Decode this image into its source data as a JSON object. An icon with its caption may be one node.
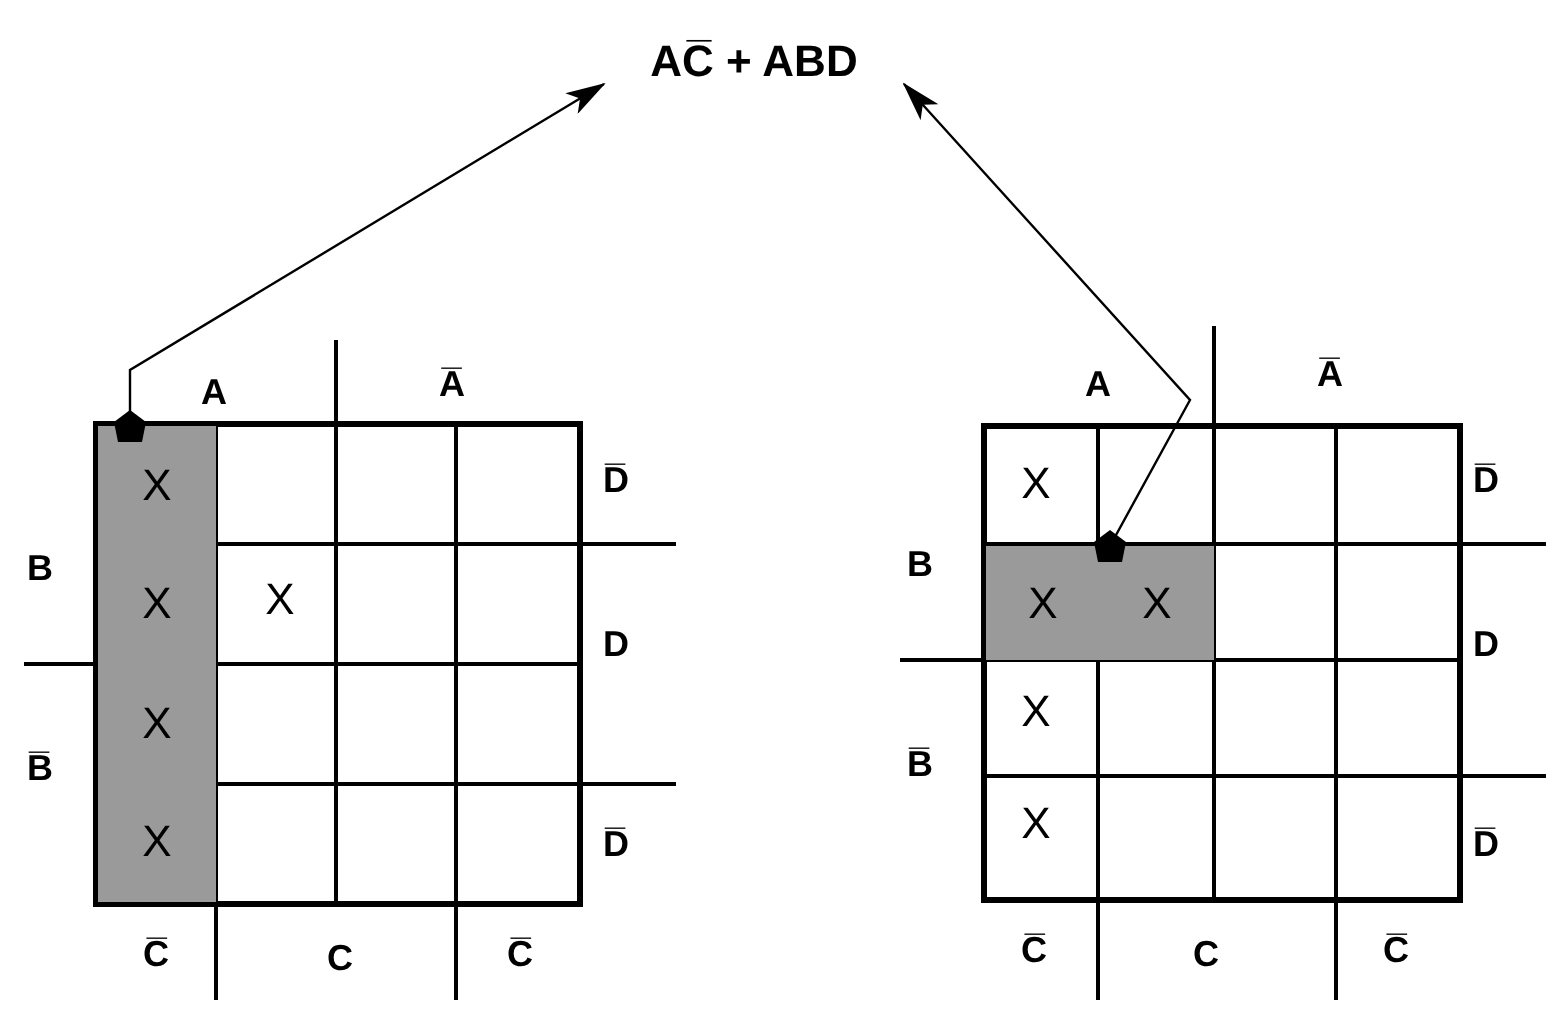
{
  "diagram": {
    "nodes": [
      {
        "text": [
          "AC̅ + ABD"
        ]
      },
      {
        "text": [
          "X",
          "X",
          "X",
          "X"
        ]
      },
      {
        "text": [
          "X",
          "X"
        ]
      }
    ],
    "edges": [
      {
        "from": 1,
        "to": 0,
        "arrow": "to"
      },
      {
        "from": 2,
        "to": 0,
        "arrow": "to"
      }
    ],
    "labels": [
      "A",
      "A̅",
      "D̅",
      "B",
      "X",
      "D",
      "B̅",
      "D̅",
      "C̅",
      "C",
      "C̅",
      "A",
      "A̅",
      "X",
      "D̅",
      "B",
      "D",
      "X",
      "B̅",
      "X",
      "D̅",
      "C̅",
      "C",
      "C̅"
    ]
  }
}
